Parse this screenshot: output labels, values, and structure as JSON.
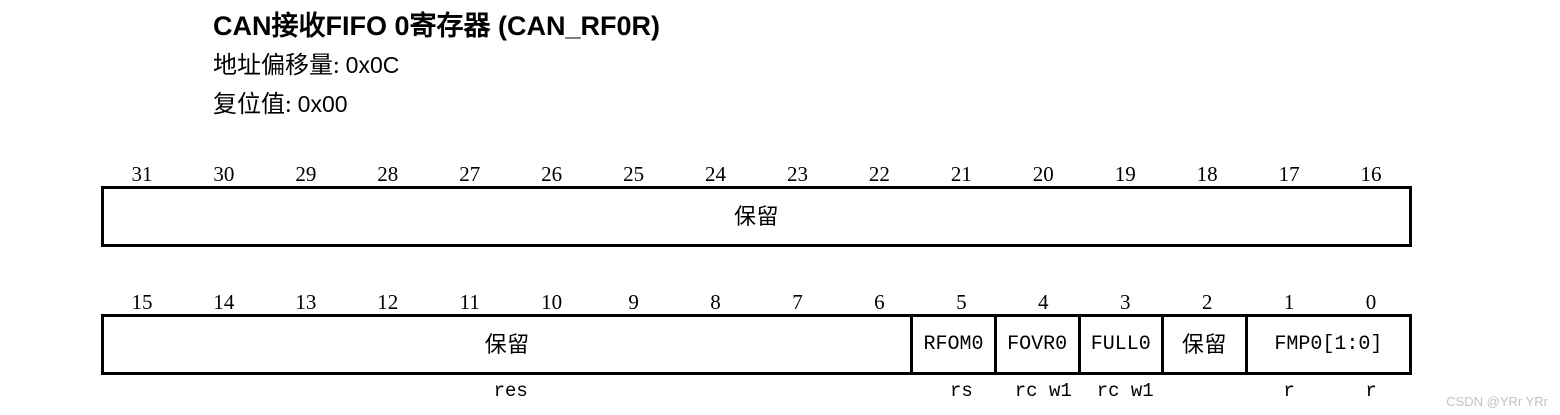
{
  "document": {
    "title": "CAN接收FIFO 0寄存器 (CAN_RF0R)",
    "address_offset_label": "地址偏移量:",
    "address_offset_value": "0x0C",
    "reset_value_label": "复位值:",
    "reset_value_value": "0x00"
  },
  "watermark": "CSDN @YRr YRr",
  "register": {
    "high_half": {
      "bit_numbers": [
        "31",
        "30",
        "29",
        "28",
        "27",
        "26",
        "25",
        "24",
        "23",
        "22",
        "21",
        "20",
        "19",
        "18",
        "17",
        "16"
      ],
      "fields": [
        {
          "label": "保留",
          "span": 16,
          "font": "serif",
          "access": ""
        }
      ],
      "access_cells": []
    },
    "low_half": {
      "bit_numbers": [
        "15",
        "14",
        "13",
        "12",
        "11",
        "10",
        "9",
        "8",
        "7",
        "6",
        "5",
        "4",
        "3",
        "2",
        "1",
        "0"
      ],
      "fields": [
        {
          "label": "保留",
          "span": 10,
          "font": "serif"
        },
        {
          "label": "RFOM0",
          "span": 1,
          "font": "mono"
        },
        {
          "label": "FOVR0",
          "span": 1,
          "font": "mono"
        },
        {
          "label": "FULL0",
          "span": 1,
          "font": "mono"
        },
        {
          "label": "保留",
          "span": 1,
          "font": "serif"
        },
        {
          "label": "FMP0[1:0]",
          "span": 2,
          "font": "mono"
        }
      ],
      "access_cells": [
        {
          "label": "res",
          "span": 10
        },
        {
          "label": "rs",
          "span": 1
        },
        {
          "label": "rc w1",
          "span": 1
        },
        {
          "label": "rc w1",
          "span": 1
        },
        {
          "label": "",
          "span": 1
        },
        {
          "label": "r",
          "span": 1
        },
        {
          "label": "r",
          "span": 1
        }
      ]
    }
  }
}
